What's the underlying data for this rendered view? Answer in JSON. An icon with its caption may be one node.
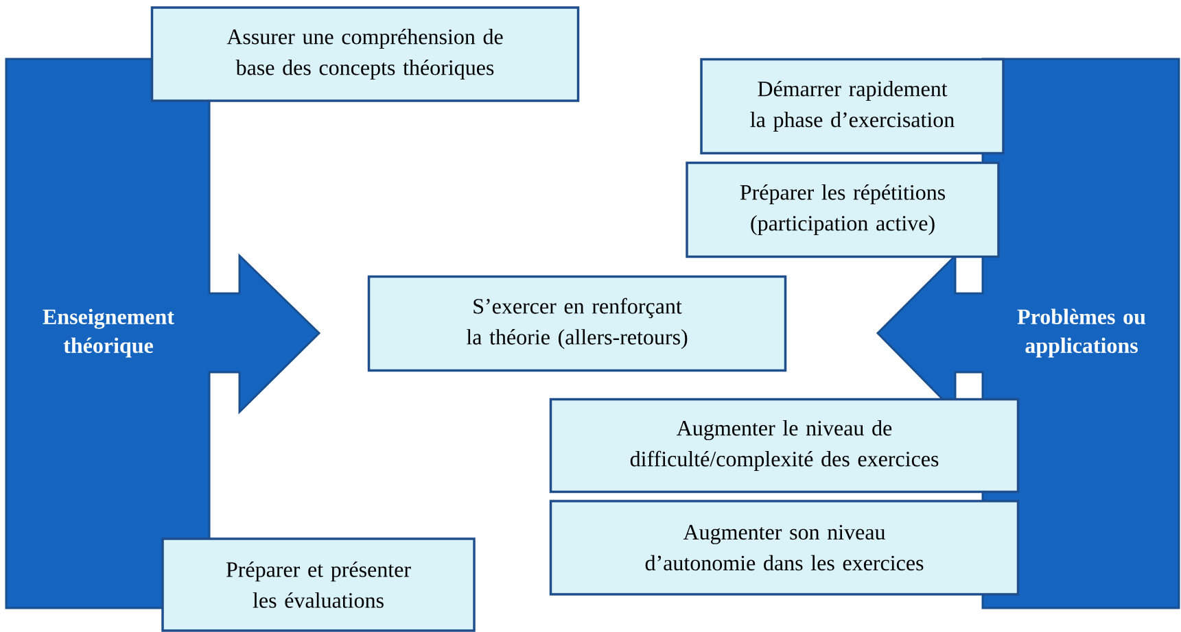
{
  "diagram": {
    "nodes": [
      {
        "text": [
          "Enseignement théorique"
        ]
      },
      {
        "text": [
          "Assurer une compréhension de base des concepts théoriques"
        ]
      },
      {
        "text": [
          "Problèmes ou applications"
        ]
      },
      {
        "text": [
          "Démarrer rapidement la phase d’exercisation"
        ]
      },
      {
        "text": [
          "Préparer les répétitions (participation active)"
        ]
      },
      {
        "text": [
          "S’exercer en renforçant la théorie (allers-retours)"
        ]
      },
      {
        "text": [
          "Augmenter le niveau de difficulté/complexité des exercices"
        ]
      },
      {
        "text": [
          "Augmenter son niveau d’autonomie dans les exercices"
        ]
      },
      {
        "text": [
          "Préparer et présenter les évaluations"
        ]
      }
    ]
  }
}
